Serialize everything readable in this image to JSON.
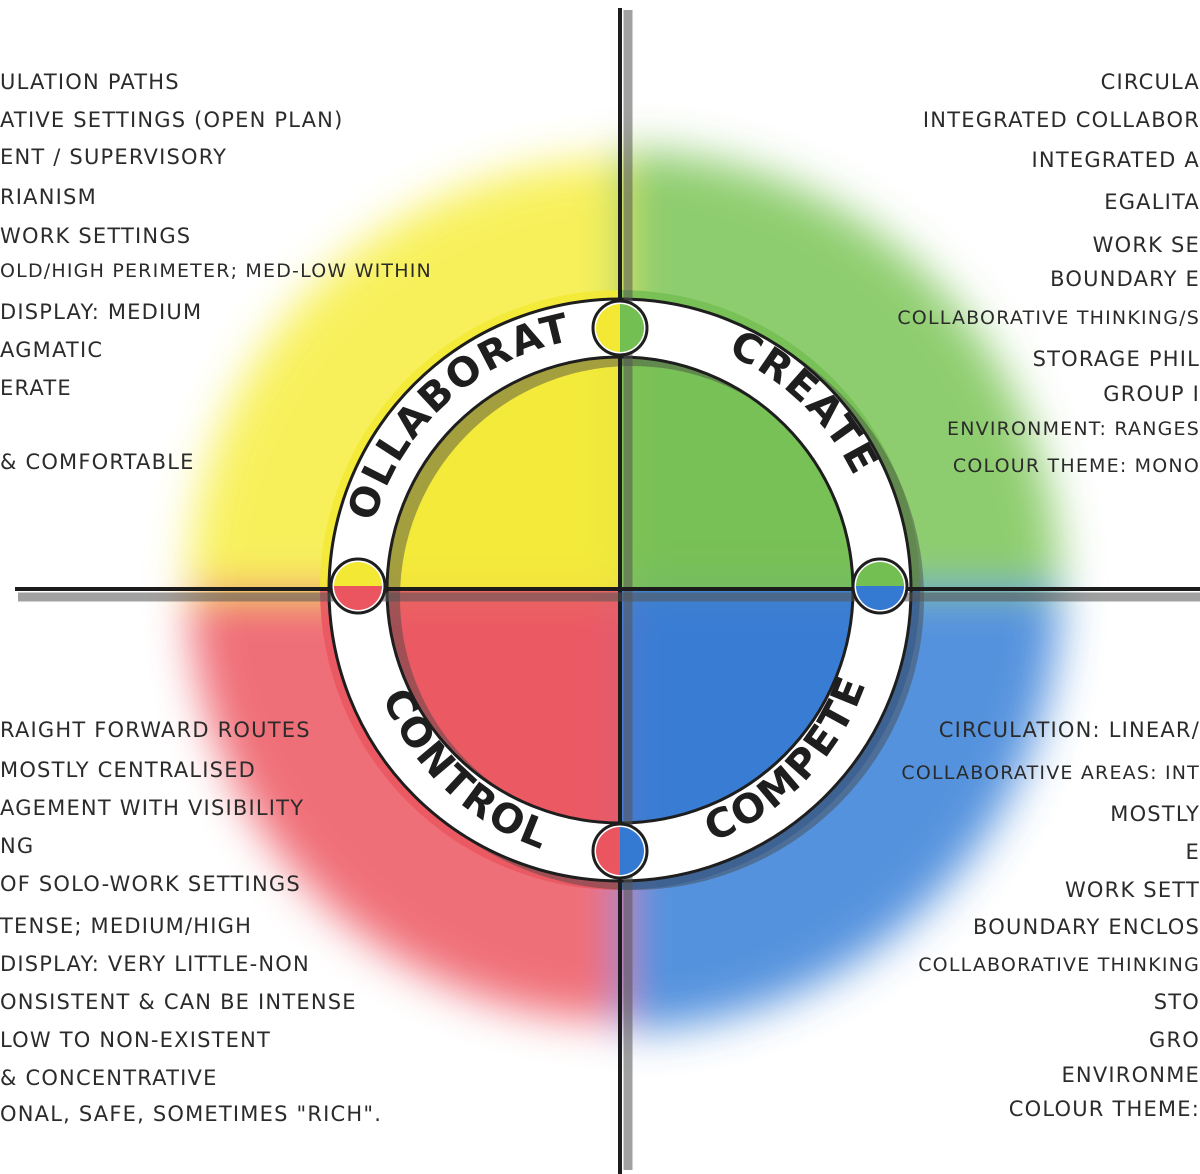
{
  "quadrants": {
    "top_left": {
      "label": "COLLABORATE",
      "color": "#f2ea3c"
    },
    "top_right": {
      "label": "CREATE",
      "color": "#7cc35a"
    },
    "bottom_left": {
      "label": "CONTROL",
      "color": "#ec5a63"
    },
    "bottom_right": {
      "label": "COMPETE",
      "color": "#3b7fd6"
    }
  },
  "notes": {
    "top_left": [
      "ULATION PATHS",
      "ATIVE SETTINGS (OPEN PLAN)",
      "ENT / SUPERVISORY",
      "RIANISM",
      "WORK SETTINGS",
      "OLD/HIGH PERIMETER; MED-LOW WITHIN",
      "DISPLAY: MEDIUM",
      "AGMATIC",
      "ERATE",
      "& COMFORTABLE"
    ],
    "top_right": [
      "CIRCULA",
      "INTEGRATED COLLABOR",
      "INTEGRATED A",
      "EGALITA",
      "WORK SE",
      "BOUNDARY E",
      "COLLABORATIVE THINKING/S",
      "STORAGE PHIL",
      "GROUP I",
      "ENVIRONMENT: RANGES",
      "COLOUR THEME: MONO"
    ],
    "bottom_left": [
      "RAIGHT FORWARD ROUTES",
      "MOSTLY CENTRALISED",
      "AGEMENT WITH VISIBILITY",
      "NG",
      "OF SOLO-WORK SETTINGS",
      "TENSE; MEDIUM/HIGH",
      "DISPLAY: VERY LITTLE-NON",
      "ONSISTENT & CAN BE INTENSE",
      "LOW TO NON-EXISTENT",
      "& CONCENTRATIVE",
      "ONAL, SAFE, SOMETIMES \"RICH\"."
    ],
    "bottom_right": [
      "CIRCULATION: LINEAR/",
      "COLLABORATIVE AREAS: INT",
      "MOSTLY",
      "E",
      "WORK SETT",
      "BOUNDARY ENCLOS",
      "COLLABORATIVE THINKING",
      "STO",
      "GRO",
      "ENVIRONME",
      "COLOUR THEME:"
    ]
  }
}
